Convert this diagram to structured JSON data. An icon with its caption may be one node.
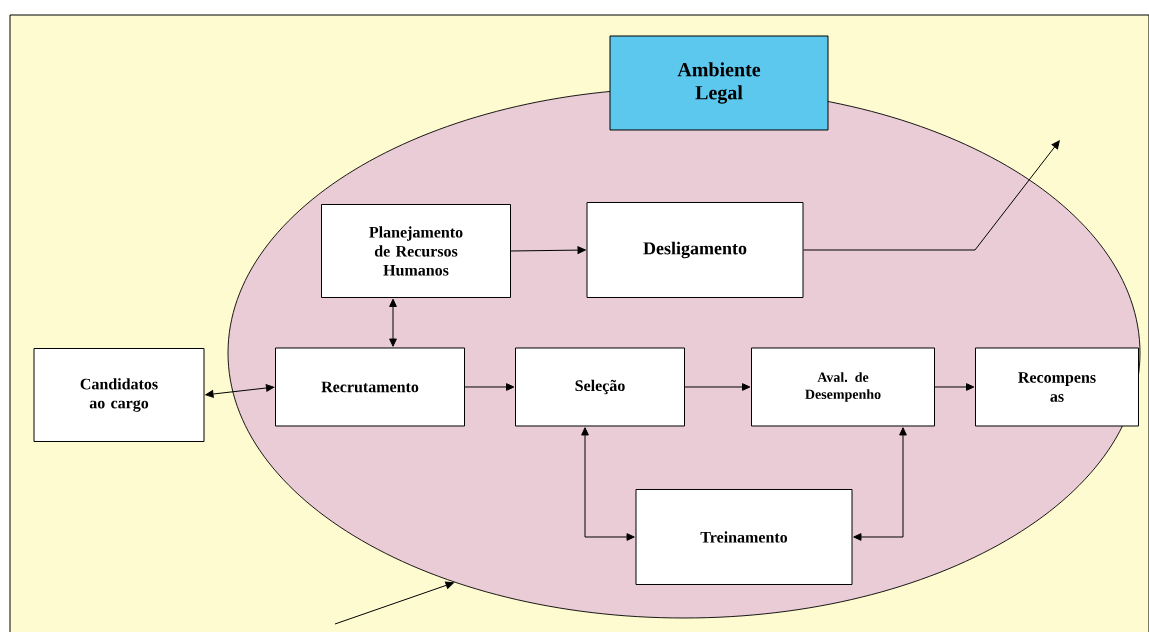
{
  "diagram": {
    "nodes": [
      {
        "text": [],
        "shape": "ellipse"
      },
      {
        "text": [
          "Ambiente Legal"
        ]
      },
      {
        "text": [
          "Planejamento de Recursos Humanos"
        ],
        "in": 0
      },
      {
        "text": [
          "Desligamento"
        ],
        "in": 0
      },
      {
        "text": [
          "Candidatos ao cargo"
        ]
      },
      {
        "text": [
          "Recrutamento"
        ],
        "in": 0
      },
      {
        "text": [
          "Seleção"
        ],
        "in": 0
      },
      {
        "text": [
          "Aval. de Desempenho"
        ],
        "in": 0
      },
      {
        "text": [
          "Recompens as"
        ],
        "in": 0
      },
      {
        "text": [
          "Treinamento"
        ],
        "in": 0
      }
    ],
    "edges": [
      {
        "from": 2,
        "to": 3,
        "arrow": "to"
      },
      {
        "from": 3,
        "to": null,
        "arrow": "to"
      },
      {
        "from": 5,
        "to": 2,
        "arrow": "both"
      },
      {
        "from": 4,
        "to": 5,
        "arrow": "both"
      },
      {
        "from": 5,
        "to": 6,
        "arrow": "to"
      },
      {
        "from": 6,
        "to": 7,
        "arrow": "to"
      },
      {
        "from": 7,
        "to": 8,
        "arrow": "to"
      },
      {
        "from": 6,
        "to": 9,
        "arrow": "both"
      },
      {
        "from": 7,
        "to": 9,
        "arrow": "both"
      },
      {
        "from": null,
        "to": 0,
        "arrow": "to"
      }
    ]
  }
}
